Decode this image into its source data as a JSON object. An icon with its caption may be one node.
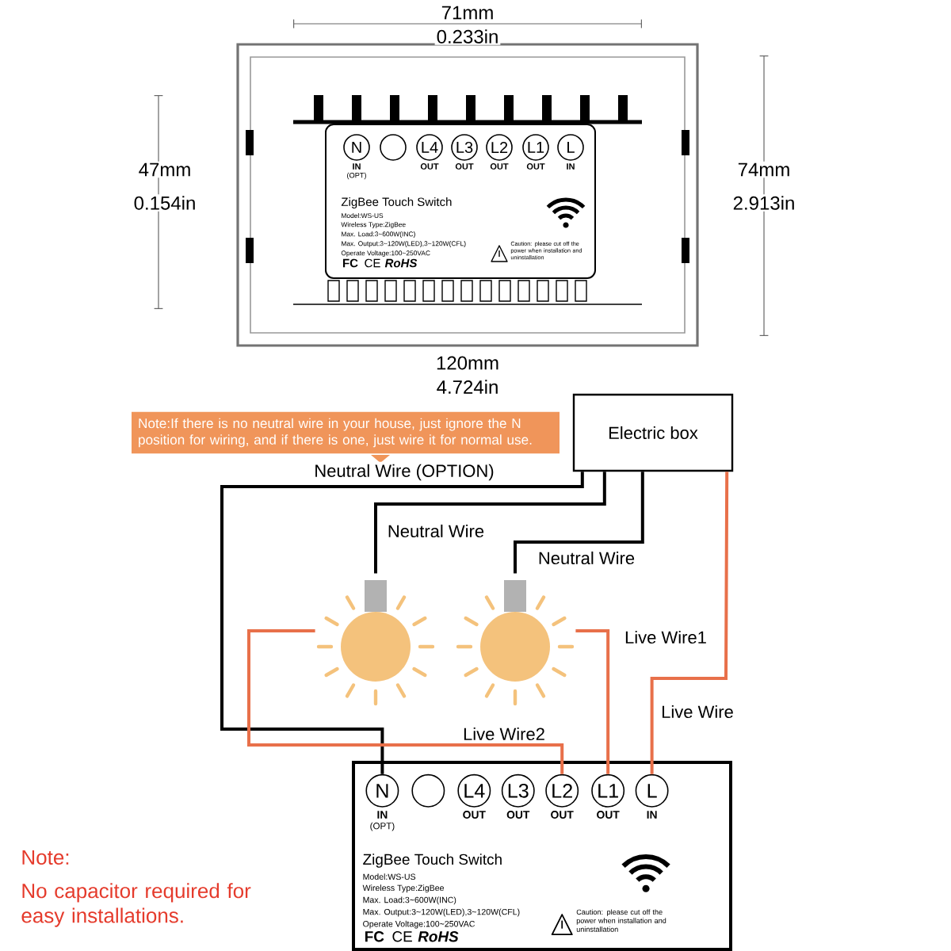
{
  "diagram": {
    "nodes": [
      {
        "text": [
          "ZigBee Touch Switch",
          "Model:WS-US",
          "Wireless Type:ZigBee",
          "Max. Load:3~600W(INC)",
          "Max. Output:3~120W(LED),3~120W(CFL)",
          "Operate Voltage:100~250VAC",
          "Caution: please cut off the power when installation and uninstallation"
        ]
      },
      {
        "text": [
          "N"
        ],
        "beside": [
          "IN",
          "(OPT)"
        ],
        "in": 0
      },
      {
        "text": [],
        "shape": "circle",
        "in": 0
      },
      {
        "text": [
          "L4"
        ],
        "beside": [
          "OUT"
        ],
        "in": 0
      },
      {
        "text": [
          "L3"
        ],
        "beside": [
          "OUT"
        ],
        "in": 0
      },
      {
        "text": [
          "L2"
        ],
        "beside": [
          "OUT"
        ],
        "in": 0
      },
      {
        "text": [
          "L1"
        ],
        "beside": [
          "OUT"
        ],
        "in": 0
      },
      {
        "text": [
          "L"
        ],
        "beside": [
          "IN"
        ],
        "in": 0
      },
      {
        "text": [
          "Note:If there is no neutral wire in your house, just ignore the N position for wiring, and if there is one, just wire it for normal use."
        ]
      },
      {
        "text": [
          "Electric box"
        ]
      },
      {
        "text": [],
        "shape": "picture"
      },
      {
        "text": [],
        "shape": "picture"
      },
      {
        "text": [
          "ZigBee Touch Switch",
          "Model:WS-US",
          "Wireless Type:ZigBee",
          "Max. Load:3~600W(INC)",
          "Max. Output:3~120W(LED),3~120W(CFL)",
          "Operate Voltage:100~250VAC",
          "Caution: please cut off the power when installation and uninstallation"
        ]
      },
      {
        "text": [
          "N"
        ],
        "beside": [
          "IN",
          "(OPT)"
        ],
        "in": 12
      },
      {
        "text": [],
        "shape": "circle",
        "in": 12
      },
      {
        "text": [
          "L4"
        ],
        "beside": [
          "OUT"
        ],
        "in": 12
      },
      {
        "text": [
          "L3"
        ],
        "beside": [
          "OUT"
        ],
        "in": 12
      },
      {
        "text": [
          "L2"
        ],
        "beside": [
          "OUT"
        ],
        "in": 12
      },
      {
        "text": [
          "L1"
        ],
        "beside": [
          "OUT"
        ],
        "in": 12
      },
      {
        "text": [
          "L"
        ],
        "beside": [
          "IN"
        ],
        "in": 12
      }
    ],
    "edges": [
      {
        "from": 9,
        "to": 13,
        "arrow": "none",
        "label": "Neutral Wire (OPTION)"
      },
      {
        "from": 9,
        "to": 10,
        "arrow": "none",
        "label": "Neutral Wire"
      },
      {
        "from": 9,
        "to": 11,
        "arrow": "none",
        "label": "Neutral Wire"
      },
      {
        "from": 10,
        "to": 17,
        "arrow": "none",
        "label": "Live Wire2",
        "color": "#e8704a"
      },
      {
        "from": 11,
        "to": 18,
        "arrow": "none",
        "label": "Live Wire1",
        "color": "#e8704a"
      },
      {
        "from": 9,
        "to": 19,
        "arrow": "none",
        "label": "Live Wire",
        "color": "#e8704a"
      }
    ],
    "labels": [
      "71mm",
      "0.233in",
      "47mm",
      "0.154in",
      "74mm",
      "2.913in",
      "FC",
      "CE",
      "RoHS",
      "120mm",
      "4.724in",
      "FC",
      "CE",
      "RoHS",
      "Note:",
      "No capacitor required for easy installations."
    ]
  }
}
